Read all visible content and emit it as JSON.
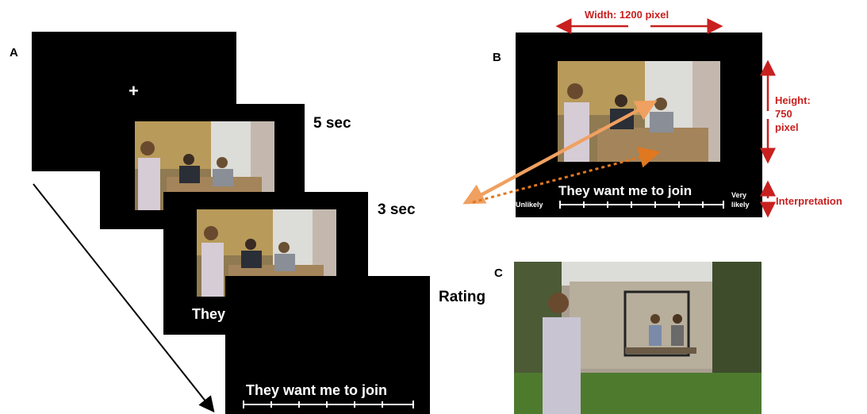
{
  "panels": {
    "a": "A",
    "b": "B",
    "c": "C"
  },
  "sequence": {
    "fixation": "+",
    "durations": [
      "5 sec",
      "3 sec"
    ],
    "rating_label": "Rating",
    "partial_caption": "They",
    "caption": "They want me to join"
  },
  "panel_b": {
    "width_label": "Width: 1200 pixel",
    "height_label": [
      "Height:",
      "750",
      "pixel"
    ],
    "interpretation_label": "Interpretation",
    "caption": "They want me to join",
    "scale_left": "Unlikely",
    "scale_right": [
      "Very",
      "likely"
    ]
  },
  "colors": {
    "annotation_red": "#c8201f",
    "arrow_orange": "#f0a060",
    "arrow_dotted": "#e07820"
  }
}
